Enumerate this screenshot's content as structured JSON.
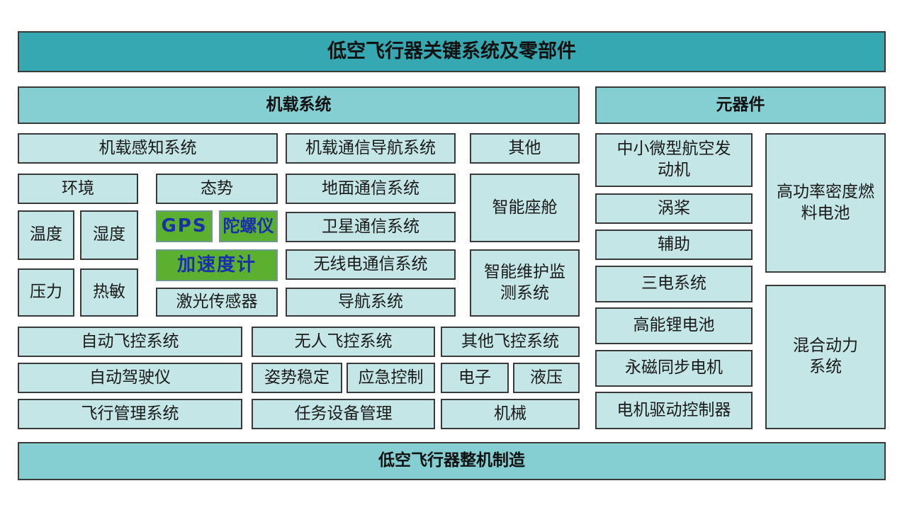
{
  "title": "低空飞行器关键系统及零部件",
  "footer": "低空飞行器整机制造",
  "colors": {
    "title_bg": "#36a8b2",
    "section_bg": "#85cfd3",
    "cell_bg": "#c4e6e6",
    "highlight_bg": "#5cb030",
    "highlight_text": "#1a30a8"
  },
  "airborne": {
    "header": "机载系统",
    "perception": "机载感知系统",
    "comm_nav": "机载通信导航系统",
    "other": "其他",
    "env": "环境",
    "temperature": "温度",
    "humidity": "湿度",
    "pressure": "压力",
    "thermal": "热敏",
    "attitude": "态势",
    "gps": "GPS",
    "gyro": "陀螺仪",
    "accelerometer": "加速度计",
    "laser_sensor": "激光传感器",
    "ground_comm": "地面通信系统",
    "satellite_comm": "卫星通信系统",
    "radio_comm": "无线电通信系统",
    "nav_system": "导航系统",
    "smart_cockpit": "智能座舱",
    "smart_maintenance": "智能维护监测系统",
    "autopilot_ctrl": "自动飞控系统",
    "uav_ctrl": "无人飞控系统",
    "other_ctrl": "其他飞控系统",
    "autopilot": "自动驾驶仪",
    "attitude_stab": "姿势稳定",
    "emergency_ctrl": "应急控制",
    "electronic": "电子",
    "hydraulic": "液压",
    "flight_mgmt": "飞行管理系统",
    "mission_mgmt": "任务设备管理",
    "mechanical": "机械"
  },
  "components": {
    "header": "元器件",
    "small_engine": "中小微型航空发动机",
    "turboprop": "涡桨",
    "auxiliary": "辅助",
    "three_electric": "三电系统",
    "lithium_battery": "高能锂电池",
    "pm_motor": "永磁同步电机",
    "motor_controller": "电机驱动控制器",
    "fuel_cell": "高功率密度燃料电池",
    "hybrid_power": "混合动力系统"
  }
}
